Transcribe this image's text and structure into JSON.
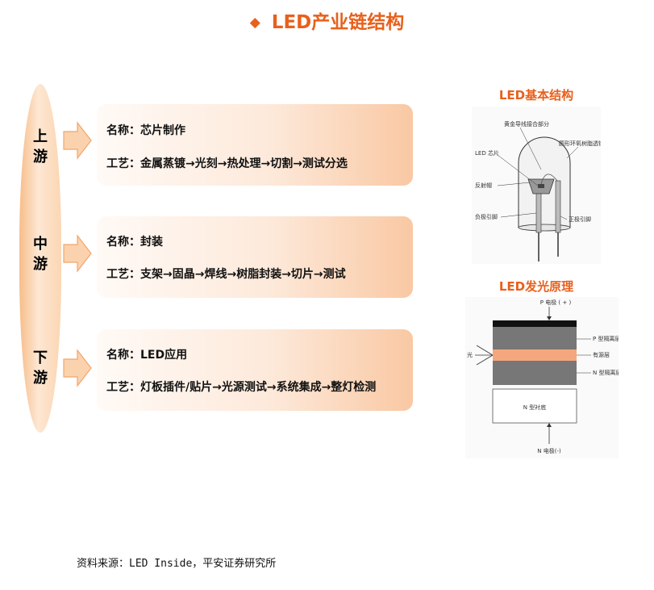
{
  "title": "LED产业链结构",
  "title_marker": "◆",
  "stages": [
    {
      "label_top": "上",
      "label_bottom": "游",
      "name": "名称：芯片制作",
      "process": "工艺：金属蒸镀→光刻→热处理→切割→测试分选"
    },
    {
      "label_top": "中",
      "label_bottom": "游",
      "name": "名称：封装",
      "process": "工艺：支架→固晶→焊线→树脂封装→切片→测试"
    },
    {
      "label_top": "下",
      "label_bottom": "游",
      "name": "名称：LED应用",
      "process": "工艺：灯板插件/贴片→光源测试→系统集成→整灯检测"
    }
  ],
  "figure1": {
    "title": "LED基本结构",
    "labels": {
      "gold_wire": "黄金导线接合部分",
      "epoxy": "圆形环氧树脂透镜",
      "chip": "LED 芯片",
      "reflector": "反射帽",
      "neg_lead": "负极引脚",
      "pos_lead": "正极引脚"
    }
  },
  "figure2": {
    "title": "LED发光原理",
    "labels": {
      "p_electrode": "P 电极 ( + )",
      "p_layer": "P 型隔离层",
      "active": "有源层",
      "n_layer": "N 型隔离层",
      "substrate": "N 型衬底",
      "n_electrode": "N 电极(-)",
      "light": "光"
    }
  },
  "source": "资料来源：LED Inside，平安证券研究所"
}
